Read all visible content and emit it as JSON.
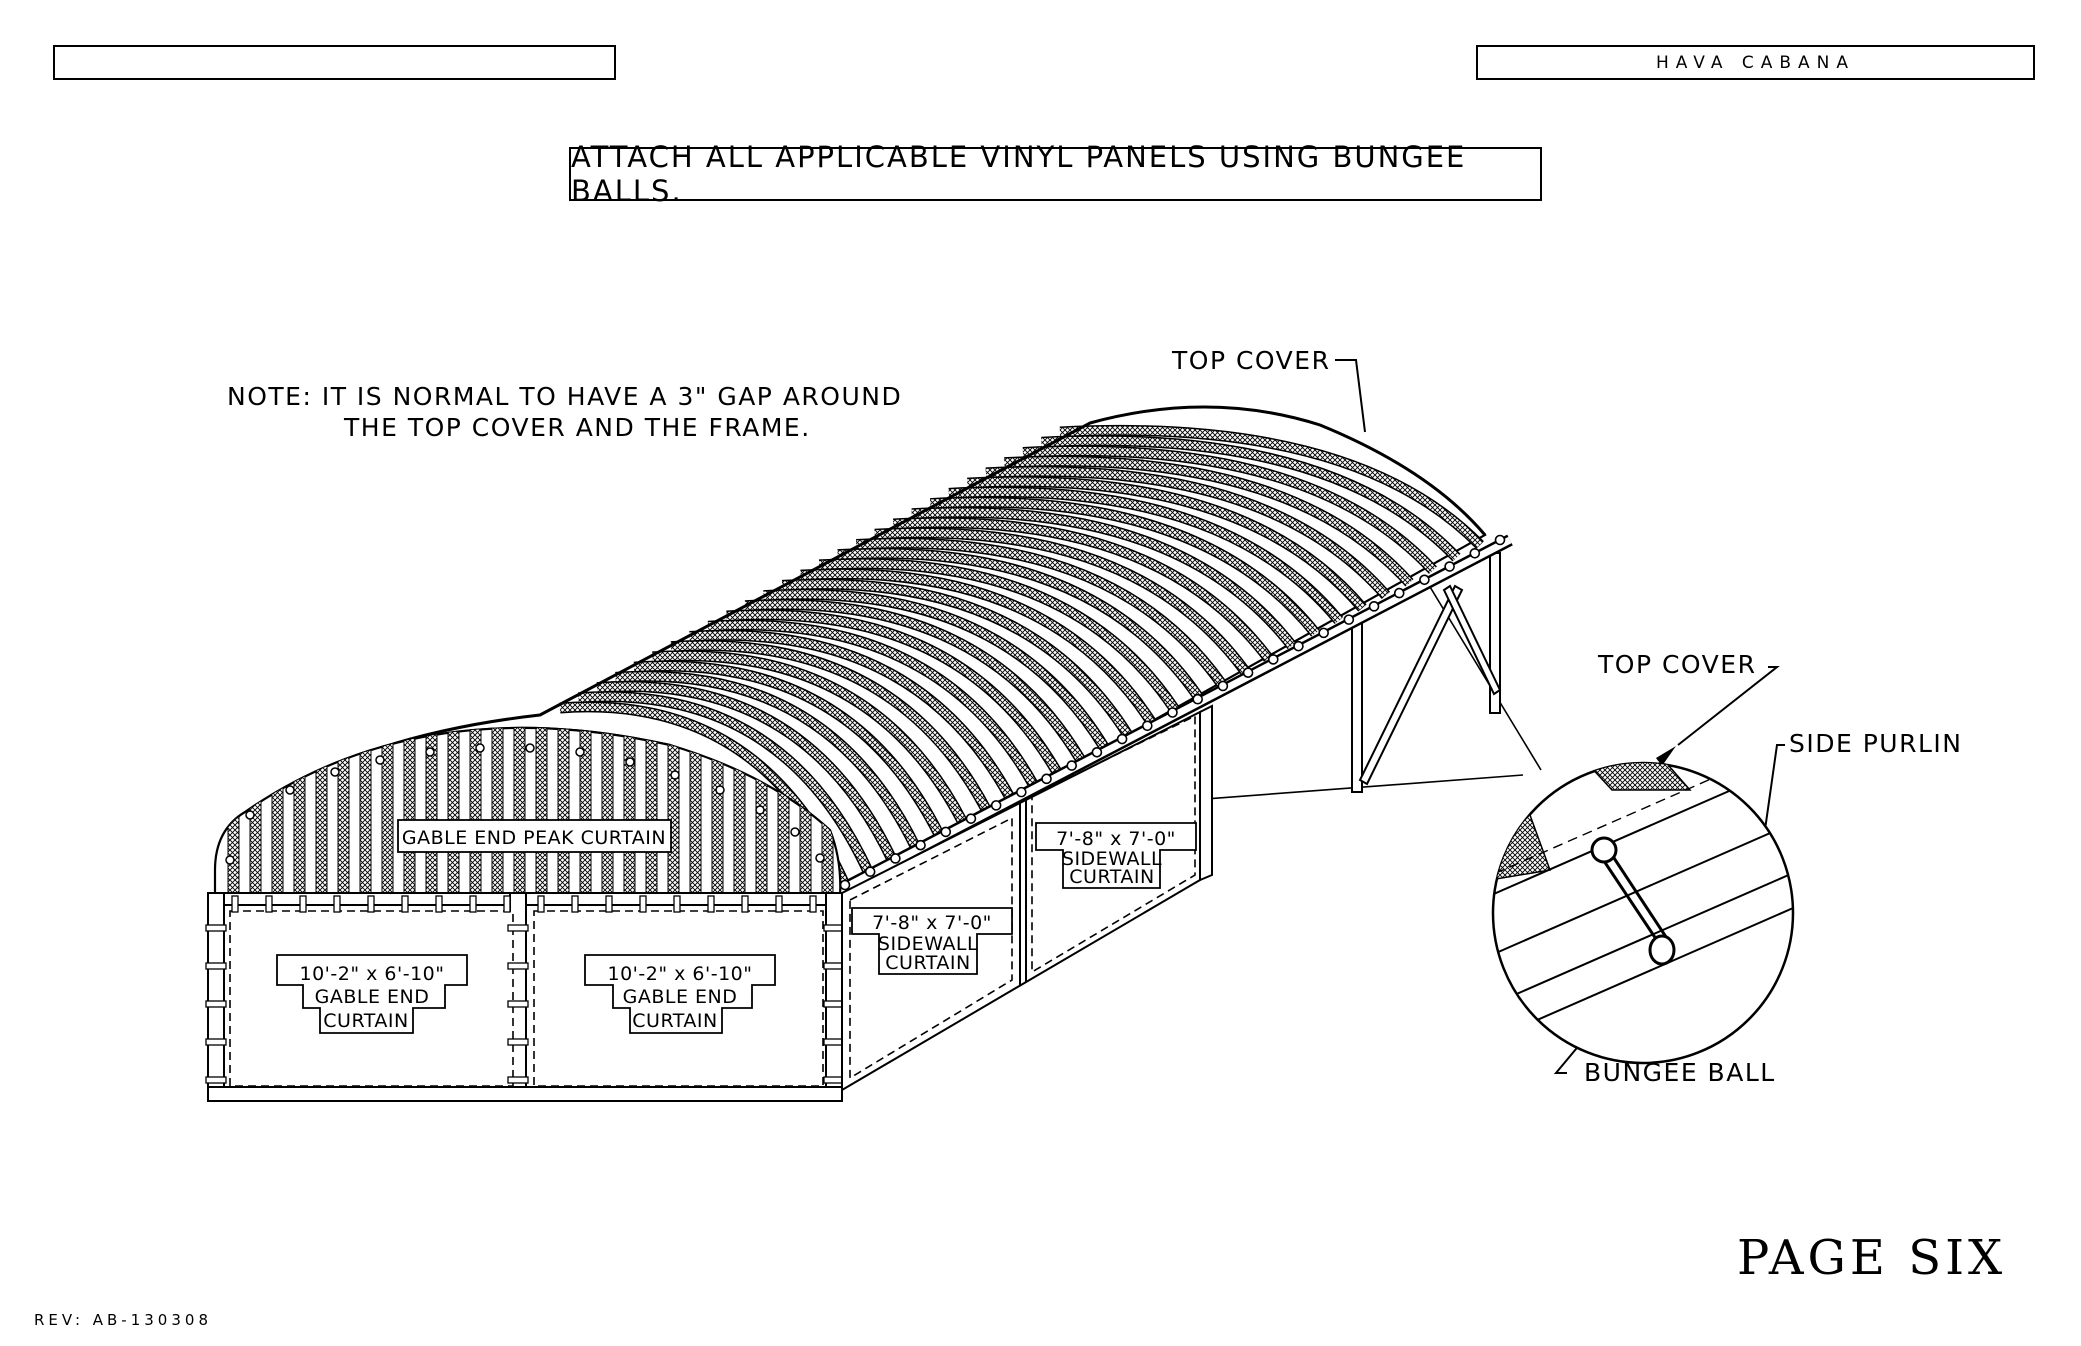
{
  "header": {
    "left_box": "",
    "right_box": "HAVA CABANA"
  },
  "instruction": "ATTACH ALL APPLICABLE VINYL PANELS USING BUNGEE BALLS.",
  "note": {
    "line1": "NOTE:  IT IS NORMAL TO HAVE A 3\" GAP AROUND",
    "line2": "THE TOP COVER AND THE FRAME."
  },
  "callouts": {
    "top_cover": "TOP COVER",
    "detail_top_cover": "TOP COVER",
    "side_purlin": "SIDE PURLIN",
    "bungee_ball": "BUNGEE BALL"
  },
  "panels": {
    "peak_curtain": "GABLE END PEAK CURTAIN",
    "gable_left": {
      "size": "10'-2\" x 6'-10\"",
      "line1": "GABLE END",
      "line2": "CURTAIN"
    },
    "gable_right": {
      "size": "10'-2\" x 6'-10\"",
      "line1": "GABLE END",
      "line2": "CURTAIN"
    },
    "sidewall_front": {
      "size": "7'-8\" x 7'-0\"",
      "line1": "SIDEWALL",
      "line2": "CURTAIN"
    },
    "sidewall_back": {
      "size": "7'-8\" x 7'-0\"",
      "line1": "SIDEWALL",
      "line2": "CURTAIN"
    }
  },
  "footer": {
    "page_label": "PAGE SIX",
    "revision": "REV: AB-130308"
  }
}
